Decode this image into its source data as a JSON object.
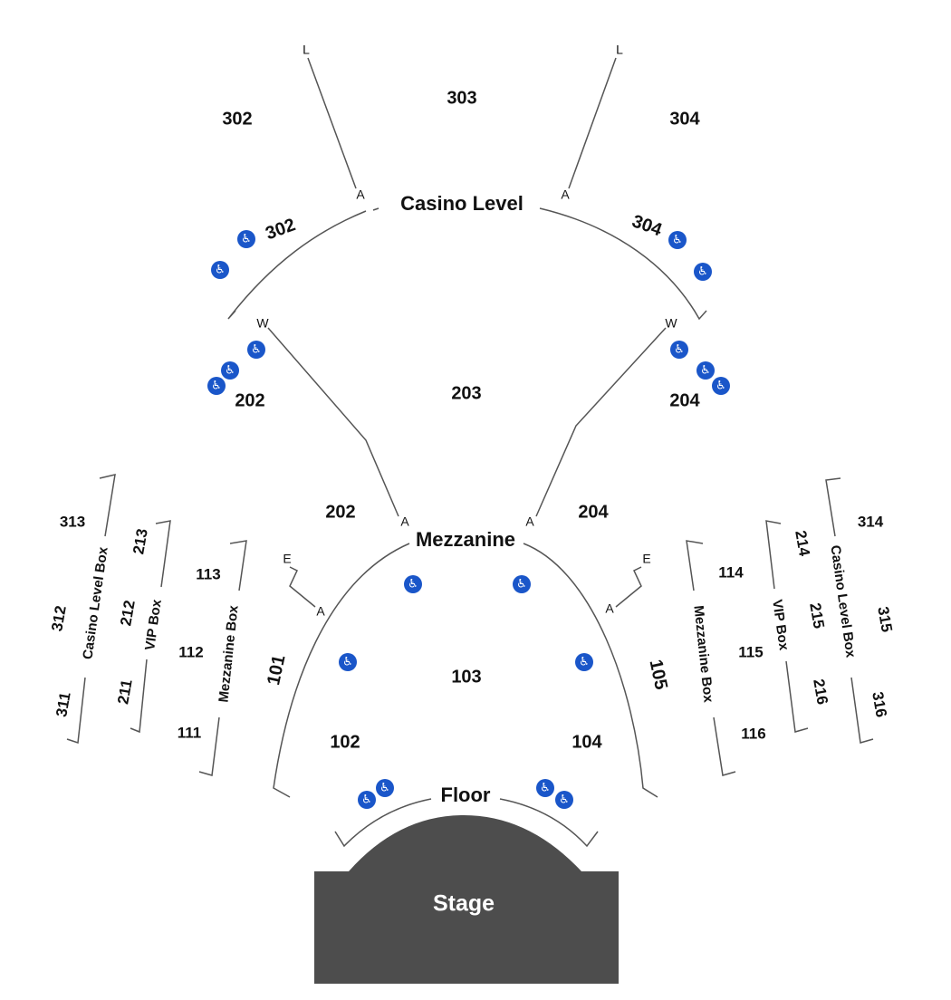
{
  "levels": {
    "casino": "Casino Level",
    "mezzanine": "Mezzanine",
    "floor": "Floor",
    "stage": "Stage"
  },
  "boxes": {
    "casino_box": "Casino Level Box",
    "vip_box": "VIP Box",
    "mezzanine_box": "Mezzanine Box"
  },
  "sections": {
    "s302": "302",
    "s303": "303",
    "s304": "304",
    "s302b": "302",
    "s304b": "304",
    "s202": "202",
    "s203": "203",
    "s204": "204",
    "s202b": "202",
    "s204b": "204",
    "s101": "101",
    "s102": "102",
    "s103": "103",
    "s104": "104",
    "s105": "105",
    "s111": "111",
    "s112": "112",
    "s113": "113",
    "s114": "114",
    "s115": "115",
    "s116": "116",
    "s211": "211",
    "s212": "212",
    "s213": "213",
    "s214": "214",
    "s215": "215",
    "s216": "216",
    "s311": "311",
    "s312": "312",
    "s313": "313",
    "s314": "314",
    "s315": "315",
    "s316": "316"
  },
  "markers": {
    "L": "L",
    "A": "A",
    "W": "W",
    "E": "E"
  },
  "icons": {
    "accessible": "wheelchair-icon",
    "accessible_glyph": "♿"
  },
  "colors": {
    "accessible": "#1a56c9",
    "stage": "#4d4d4d",
    "lines": "#555555"
  }
}
